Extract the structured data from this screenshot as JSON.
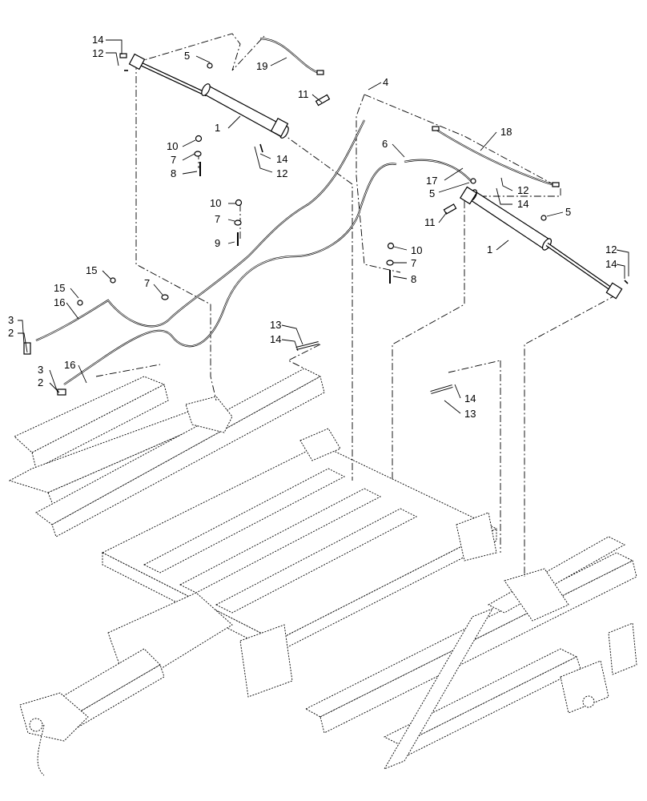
{
  "diagram": {
    "callouts": {
      "c_14_tl": "14",
      "c_12_tl": "12",
      "c_5_top": "5",
      "c_19": "19",
      "c_4": "4",
      "c_11_top": "11",
      "c_1_left": "1",
      "c_10_a": "10",
      "c_7_a": "7",
      "c_8_a": "8",
      "c_14_mid": "14",
      "c_12_mid": "12",
      "c_6": "6",
      "c_18": "18",
      "c_17": "17",
      "c_5_mid": "5",
      "c_12_r": "12",
      "c_14_r": "14",
      "c_5_r": "5",
      "c_11_r": "11",
      "c_10_b": "10",
      "c_7_b": "7",
      "c_9": "9",
      "c_10_c": "10",
      "c_7_c": "7",
      "c_8_c": "8",
      "c_1_right": "1",
      "c_12_far": "12",
      "c_14_far": "14",
      "c_15_a": "15",
      "c_15_b": "15",
      "c_7_d": "7",
      "c_16_a": "16",
      "c_3_a": "3",
      "c_2_a": "2",
      "c_3_b": "3",
      "c_2_b": "2",
      "c_16_b": "16",
      "c_13_l": "13",
      "c_14_l": "14",
      "c_14_br": "14",
      "c_13_br": "13"
    }
  }
}
